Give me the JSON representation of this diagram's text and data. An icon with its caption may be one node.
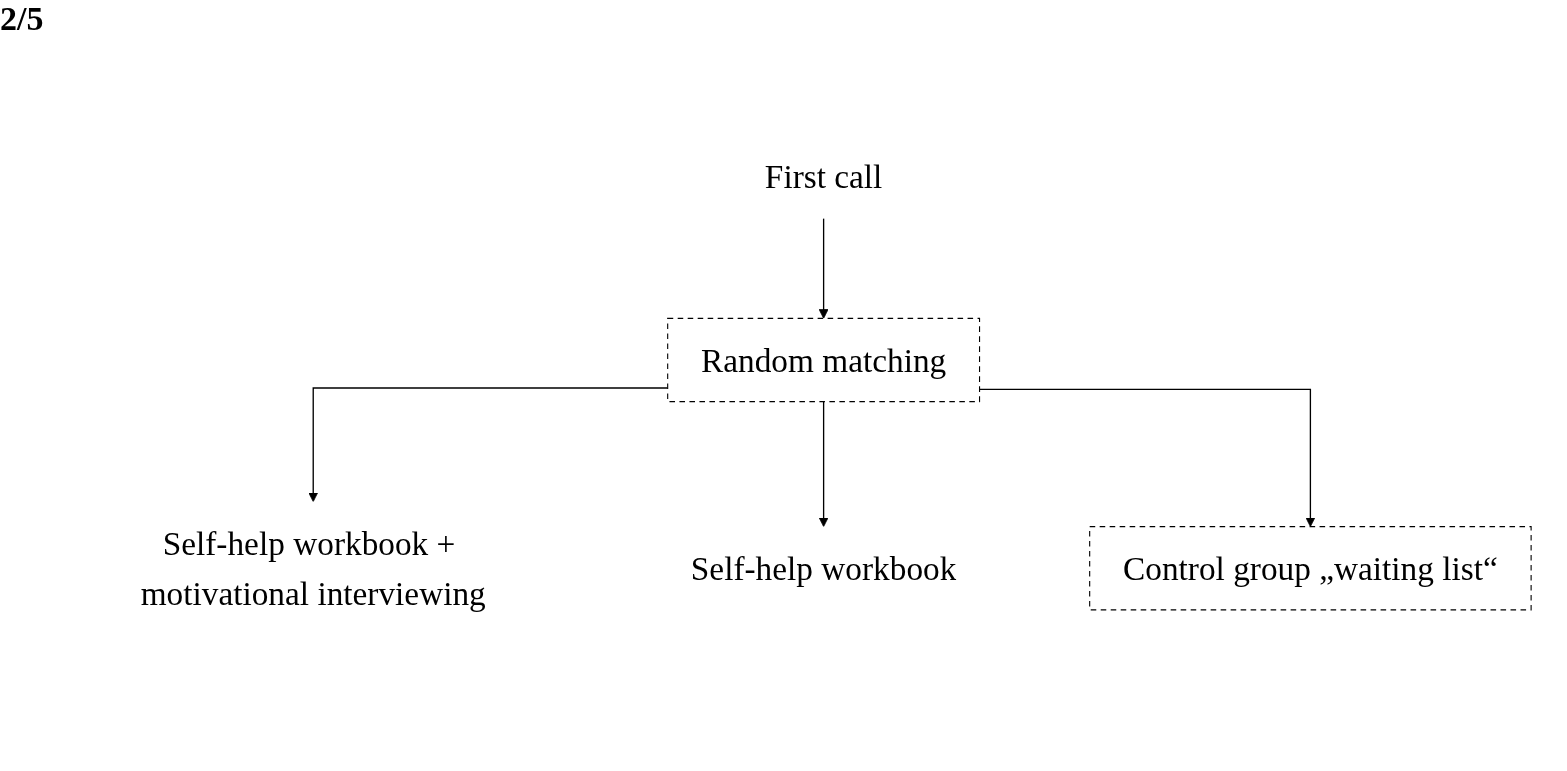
{
  "diagram": {
    "nodes": [
      {
        "text": [
          "First call"
        ]
      },
      {
        "text": [
          "Random matching"
        ]
      },
      {
        "text": [
          "Self-help workbook + motivational interviewing"
        ]
      },
      {
        "text": [
          "Self-help workbook"
        ]
      },
      {
        "text": [
          "Control group „waiting list“"
        ]
      }
    ],
    "edges": [
      {
        "from": 0,
        "to": 1,
        "arrow": "to"
      },
      {
        "from": 1,
        "to": 2,
        "arrow": "to"
      },
      {
        "from": 1,
        "to": 3,
        "arrow": "to"
      },
      {
        "from": 1,
        "to": 4,
        "arrow": "to"
      }
    ],
    "labels": [
      "2/5"
    ]
  }
}
